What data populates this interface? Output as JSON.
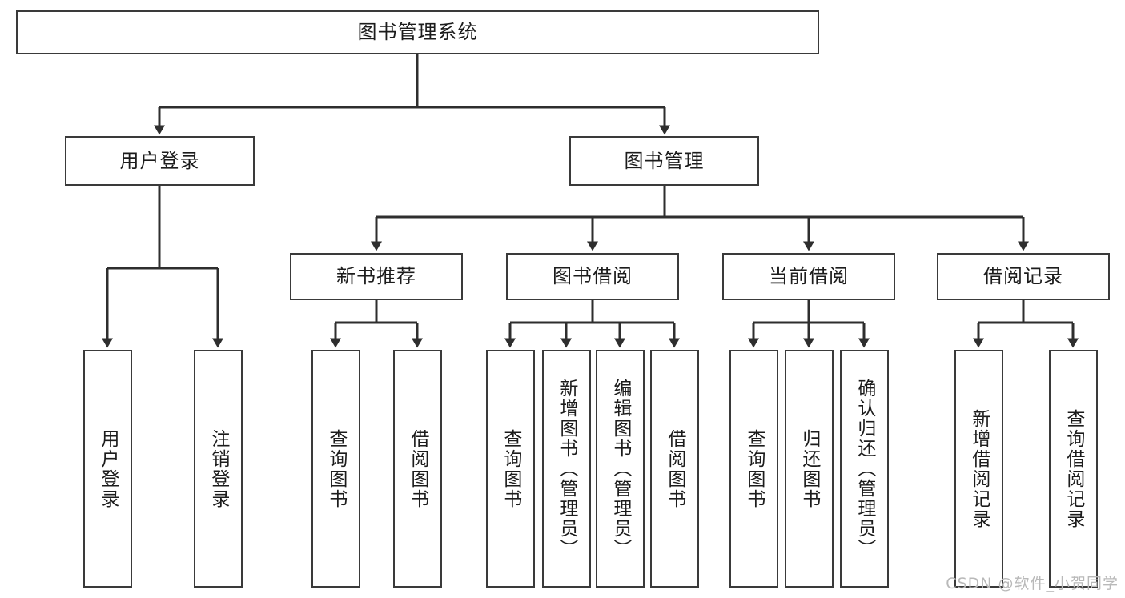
{
  "diagram": {
    "type": "tree",
    "title": "图书管理系统",
    "orientation": "top-down",
    "watermark": "CSDN @软件_小贺同学",
    "colors": {
      "box_border": "#3a3a3a",
      "box_fill": "#ffffff",
      "connector": "#2e2e2e",
      "text": "#1c1c1c",
      "watermark": "#b9b9b9"
    },
    "nodes": {
      "root": {
        "label": "图书管理系统"
      },
      "level2": [
        {
          "id": "user-login",
          "label": "用户登录"
        },
        {
          "id": "book-manage",
          "label": "图书管理"
        }
      ],
      "level3": [
        {
          "id": "new-book-recommend",
          "label": "新书推荐"
        },
        {
          "id": "book-borrow",
          "label": "图书借阅"
        },
        {
          "id": "current-borrow",
          "label": "当前借阅"
        },
        {
          "id": "borrow-record",
          "label": "借阅记录"
        }
      ],
      "leaves": {
        "user-login": [
          {
            "id": "leaf-user-login",
            "label": "用户登录"
          },
          {
            "id": "leaf-user-logout",
            "label": "注销登录"
          }
        ],
        "new-book-recommend": [
          {
            "id": "leaf-query-book-1",
            "label": "查询图书"
          },
          {
            "id": "leaf-borrow-book-1",
            "label": "借阅图书"
          }
        ],
        "book-borrow": [
          {
            "id": "leaf-query-book-2",
            "label": "查询图书"
          },
          {
            "id": "leaf-add-book",
            "label": "新增图书（管理员）"
          },
          {
            "id": "leaf-edit-book",
            "label": "编辑图书（管理员）"
          },
          {
            "id": "leaf-borrow-book-2",
            "label": "借阅图书"
          }
        ],
        "current-borrow": [
          {
            "id": "leaf-query-book-3",
            "label": "查询图书"
          },
          {
            "id": "leaf-return-book",
            "label": "归还图书"
          },
          {
            "id": "leaf-confirm-return",
            "label": "确认归还（管理员）"
          }
        ],
        "borrow-record": [
          {
            "id": "leaf-add-record",
            "label": "新增借阅记录"
          },
          {
            "id": "leaf-query-record",
            "label": "查询借阅记录"
          }
        ]
      }
    }
  }
}
